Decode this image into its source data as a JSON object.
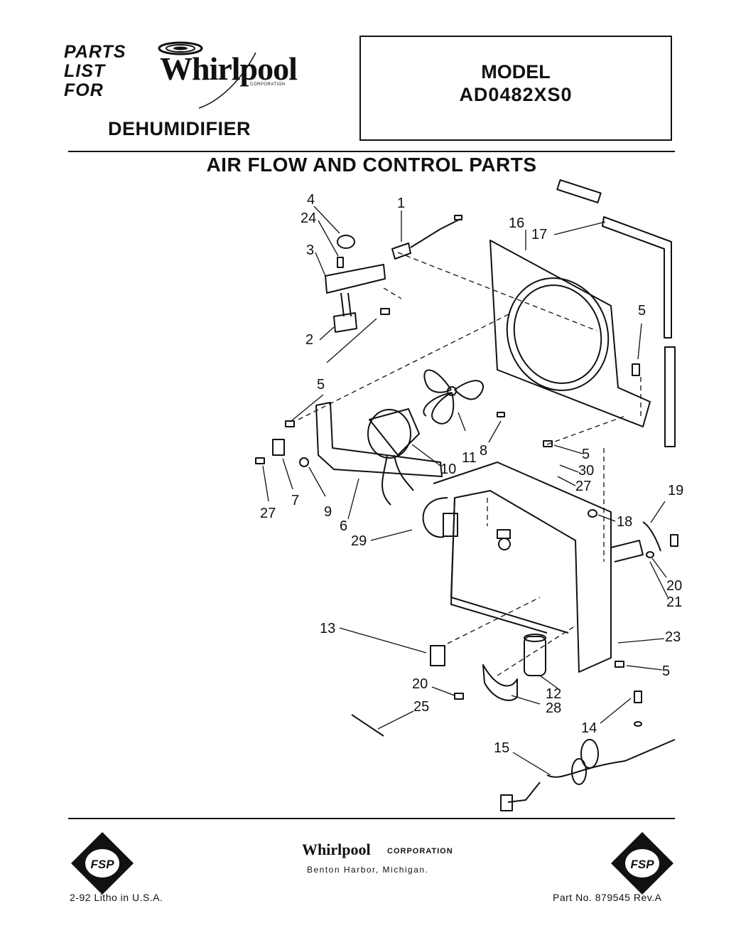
{
  "header": {
    "parts_list_line1": "PARTS",
    "parts_list_line2": "LIST",
    "parts_list_line3": "FOR",
    "brand": "Whirlpool",
    "brand_corp": "CORPORATION",
    "product": "DEHUMIDIFIER",
    "model_label": "MODEL",
    "model_number": "AD0482XS0"
  },
  "section_title": "AIR FLOW AND CONTROL PARTS",
  "callouts": [
    "1",
    "2",
    "3",
    "4",
    "24",
    "5",
    "16",
    "17",
    "5",
    "5",
    "10",
    "11",
    "8",
    "7",
    "27",
    "9",
    "6",
    "30",
    "27",
    "19",
    "18",
    "29",
    "20",
    "21",
    "23",
    "13",
    "12",
    "20",
    "28",
    "25",
    "5",
    "14",
    "15"
  ],
  "footer": {
    "corp_name": "Whirlpool",
    "corp_word": "CORPORATION",
    "corp_city": "Benton Harbor, Michigan.",
    "litho": "2-92 Litho in U.S.A.",
    "part_no": "Part No. 879545 Rev.A",
    "badge_text": "FSP"
  },
  "colors": {
    "ink": "#111111",
    "paper": "#ffffff"
  }
}
